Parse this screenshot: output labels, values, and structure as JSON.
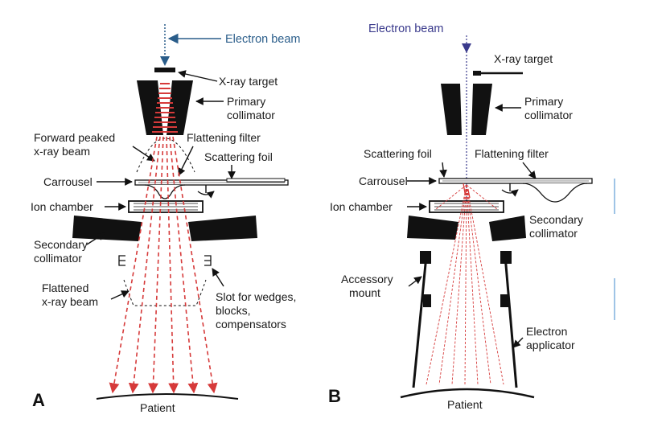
{
  "colors": {
    "beam_a": "#2a5d8a",
    "beam_b": "#3a3a8c",
    "xray": "#d63a3a",
    "ink": "#111111",
    "side_tick": "#7fb1de"
  },
  "panel_a": {
    "letter": "A",
    "electron_beam": "Electron beam",
    "xray_target": "X-ray target",
    "primary_collimator": [
      "Primary",
      "collimator"
    ],
    "forward_peaked": [
      "Forward peaked",
      "x-ray beam"
    ],
    "flattening_filter": "Flattening filter",
    "scattering_foil": "Scattering foil",
    "carrousel": "Carrousel",
    "ion_chamber": "Ion chamber",
    "secondary_collimator": [
      "Secondary",
      "collimator"
    ],
    "flattened": [
      "Flattened",
      "x-ray beam"
    ],
    "slot": [
      "Slot for wedges,",
      "blocks,",
      "compensators"
    ],
    "patient": "Patient"
  },
  "panel_b": {
    "letter": "B",
    "electron_beam": "Electron beam",
    "xray_target": "X-ray target",
    "primary_collimator": [
      "Primary",
      "collimator"
    ],
    "scattering_foil": "Scattering foil",
    "flattening_filter": "Flattening filter",
    "carrousel": "Carrousel",
    "ion_chamber": "Ion chamber",
    "secondary_collimator": [
      "Secondary",
      "collimator"
    ],
    "accessory_mount": [
      "Accessory",
      "mount"
    ],
    "electron_applicator": [
      "Electron",
      "applicator"
    ],
    "patient": "Patient"
  }
}
